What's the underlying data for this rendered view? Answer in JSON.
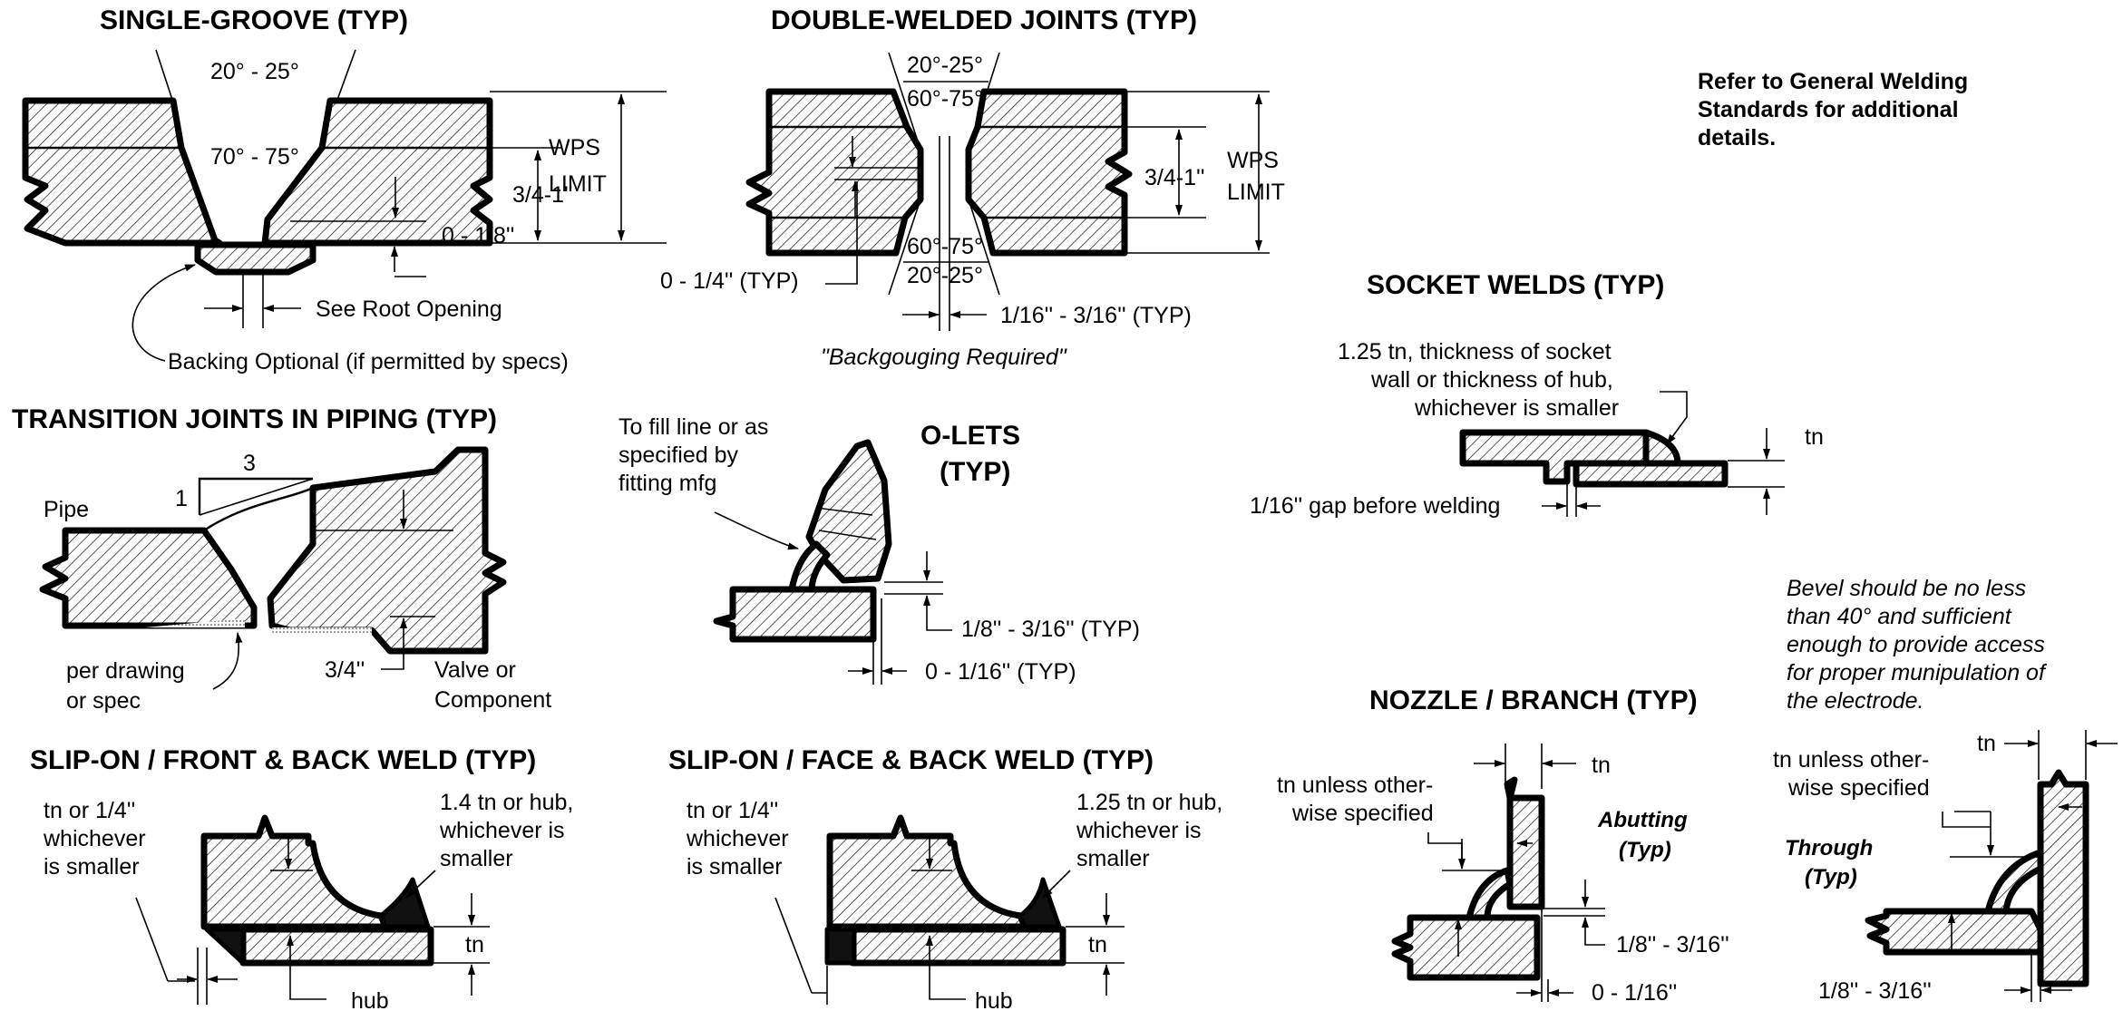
{
  "sections": {
    "single_groove": {
      "title": "SINGLE-GROOVE (TYP)",
      "angle_top": "20° - 25°",
      "angle_mid": "70° - 75°",
      "dim_3_4": "3/4-1''",
      "wps": "WPS",
      "limit": "LIMIT",
      "dim_land": "0 - 1/8''",
      "root": "See Root Opening",
      "backing": "Backing Optional (if permitted by specs)"
    },
    "double_welded": {
      "title": "DOUBLE-WELDED JOINTS (TYP)",
      "angle_top_outer": "20°-25°",
      "angle_top_inner": "60°-75°",
      "angle_bot_inner": "60°-75°",
      "angle_bot_outer": "20°-25°",
      "dim_3_4": "3/4-1''",
      "wps": "WPS",
      "limit": "LIMIT",
      "land": "0 - 1/4'' (TYP)",
      "gap": "1/16'' - 3/16'' (TYP)",
      "note": "\"Backgouging Required\""
    },
    "general_note": {
      "line1": "Refer to General Welding",
      "line2": "Standards for additional",
      "line3": "details."
    },
    "socket": {
      "title": "SOCKET WELDS (TYP)",
      "line1": "1.25 tn, thickness of socket",
      "line2": "wall or thickness of hub,",
      "line3": "whichever is smaller",
      "tn": "tn",
      "gap": "1/16'' gap before welding"
    },
    "transition": {
      "title": "TRANSITION JOINTS IN PIPING (TYP)",
      "three": "3",
      "one": "1",
      "pipe": "Pipe",
      "per1": "per drawing",
      "per2": "or spec",
      "dim": "3/4''",
      "valve1": "Valve or",
      "valve2": "Component"
    },
    "olets": {
      "title1": "O-LETS",
      "title2": "(TYP)",
      "fill1": "To fill line or as",
      "fill2": "specified by",
      "fill3": "fitting mfg",
      "dim1": "1/8'' - 3/16'' (TYP)",
      "dim2": "0 - 1/16'' (TYP)"
    },
    "bevel_note": {
      "line1": "Bevel should be no less",
      "line2": "than 40° and sufficient",
      "line3": "enough to provide access",
      "line4": "for proper munipulation of",
      "line5": "the electrode."
    },
    "nozzle": {
      "title": "NOZZLE / BRANCH (TYP)",
      "tn_top": "tn",
      "unless1": "tn unless other-",
      "unless2": "wise specified",
      "abut1": "Abutting",
      "abut2": "(Typ)",
      "dim1": "1/8'' - 3/16''",
      "dim2": "0 - 1/16''",
      "tn_right": "tn",
      "unless3": "tn unless other-",
      "unless4": "wise specified",
      "through1": "Through",
      "through2": "(Typ)",
      "dim3": "1/8'' - 3/16''"
    },
    "slip_front": {
      "title": "SLIP-ON / FRONT & BACK WELD (TYP)",
      "l1": "tn or 1/4''",
      "l2": "whichever",
      "l3": "is smaller",
      "r1": "1.4 tn or hub,",
      "r2": "whichever is",
      "r3": "smaller",
      "tn": "tn",
      "hub": "hub"
    },
    "slip_face": {
      "title": "SLIP-ON / FACE & BACK WELD (TYP)",
      "l1": "tn or 1/4''",
      "l2": "whichever",
      "l3": "is smaller",
      "r1": "1.25 tn or hub,",
      "r2": "whichever is",
      "r3": "smaller",
      "tn": "tn",
      "hub": "hub"
    }
  }
}
